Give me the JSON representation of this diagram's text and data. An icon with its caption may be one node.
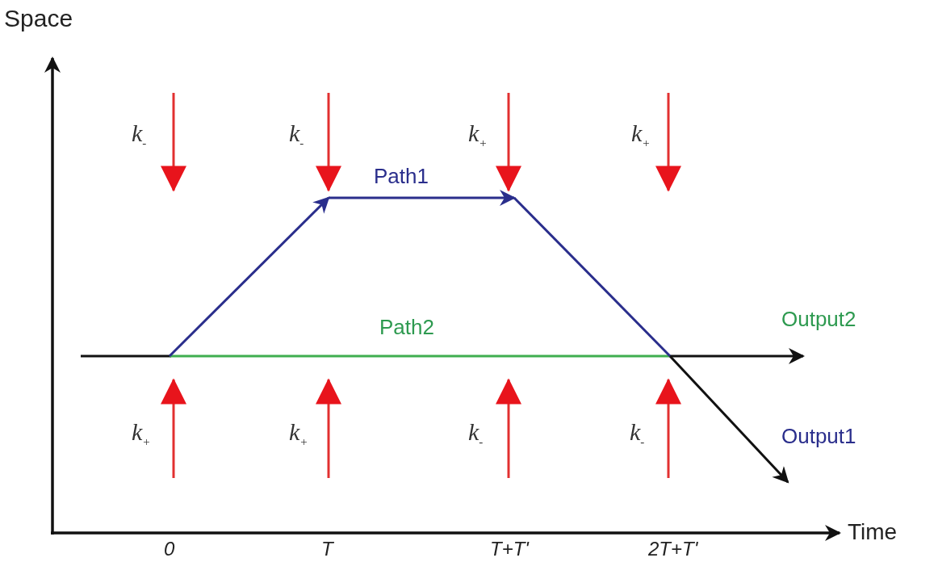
{
  "diagram": {
    "labels": [
      "Space",
      "k$_{-}$",
      "k$_{-}$",
      "k$_{+}$",
      "k$_{+}$",
      "Path1",
      "Path2",
      "Output2",
      "k$_{+}$",
      "k$_{+}$",
      "k$_{-}$",
      "k$_{-}$",
      "Output1",
      "Time",
      "0",
      "T",
      "T+T'",
      "2T+T'"
    ]
  }
}
